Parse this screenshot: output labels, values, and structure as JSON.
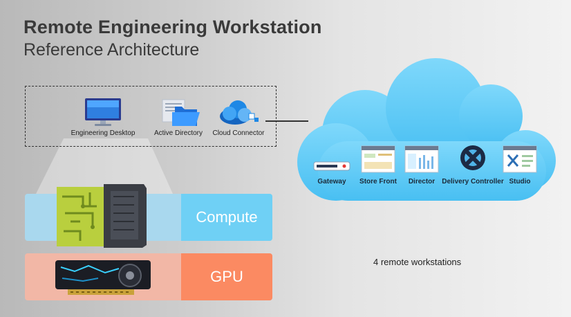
{
  "header": {
    "title": "Remote Engineering Workstation",
    "subtitle": "Reference Architecture"
  },
  "on_premises": {
    "nodes": [
      {
        "label": "Engineering Desktop",
        "icon": "monitor-icon"
      },
      {
        "label": "Active Directory",
        "icon": "folder-icon"
      },
      {
        "label": "Cloud Connector",
        "icon": "cloud-connector-icon"
      }
    ]
  },
  "cloud": {
    "color": "#5fcaf5",
    "services": [
      {
        "label": "Gateway",
        "icon": "gateway-icon"
      },
      {
        "label": "Store Front",
        "icon": "storefront-window-icon"
      },
      {
        "label": "Director",
        "icon": "director-window-icon"
      },
      {
        "label": "Delivery Controller",
        "icon": "delivery-controller-icon"
      },
      {
        "label": "Studio",
        "icon": "studio-window-icon"
      }
    ]
  },
  "layers": {
    "compute": {
      "label": "Compute",
      "color": "#6fd0f5",
      "icon": "cpu-chip-icon"
    },
    "gpu": {
      "label": "GPU",
      "color": "#fb8a62",
      "icon": "gpu-card-icon"
    }
  },
  "caption": "4 remote workstations"
}
